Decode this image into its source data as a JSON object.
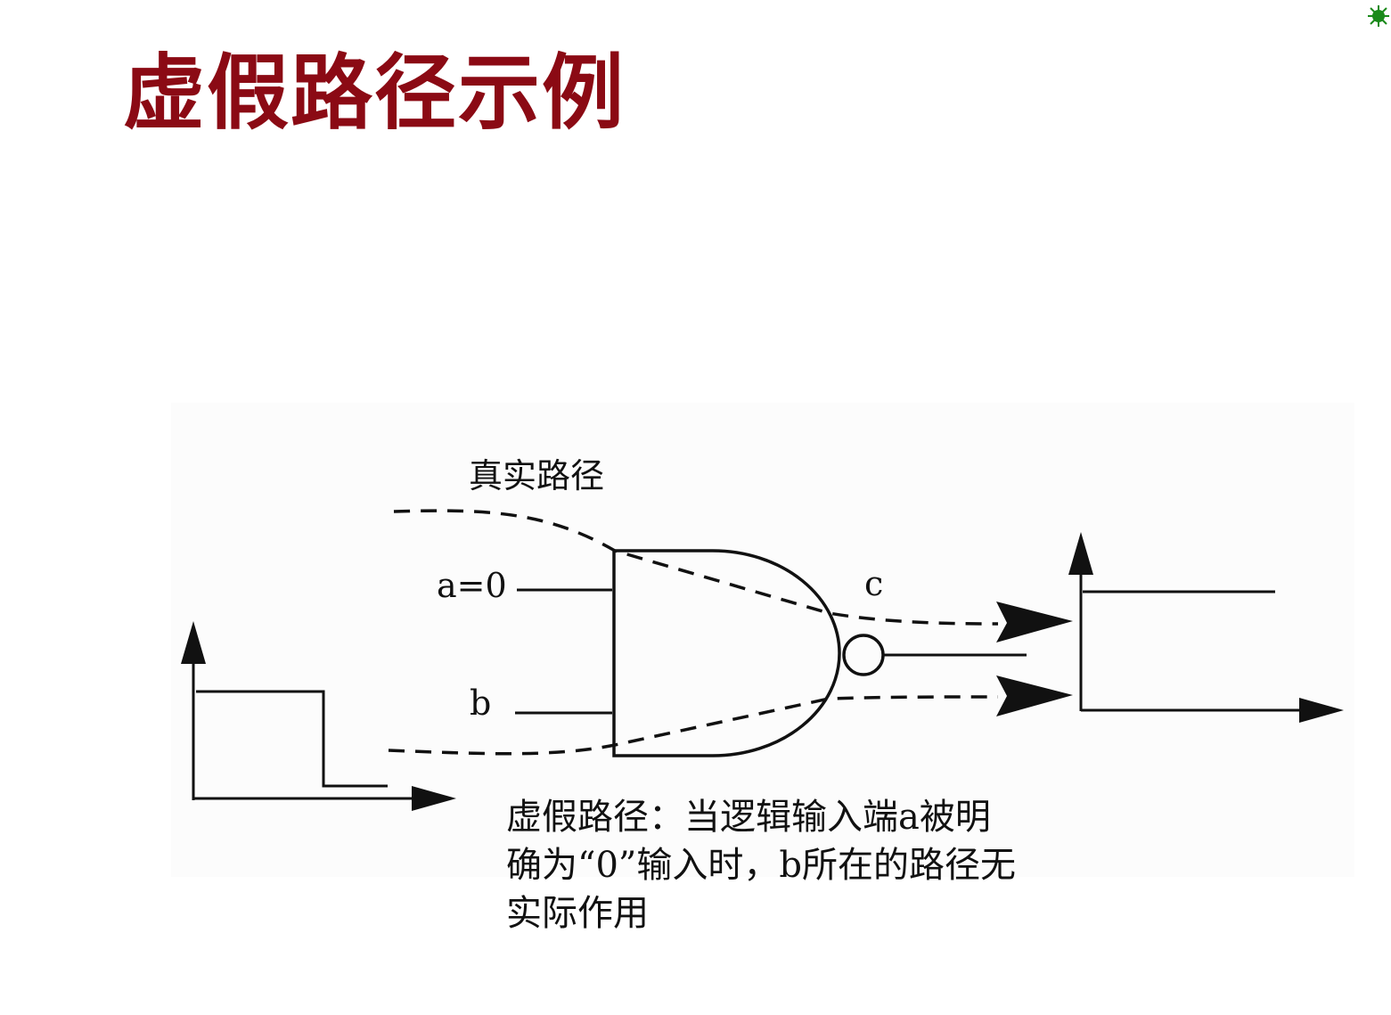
{
  "title": "虚假路径示例",
  "corner_icon": "green-star-icon",
  "colors": {
    "title": "#8b0a14",
    "corner_icon": "#1a8a1a",
    "line": "#111111"
  },
  "diagram": {
    "true_path_label": "真实路径",
    "input_a_label": "a=0",
    "input_b_label": "b",
    "output_label": "c"
  },
  "caption": {
    "lines": [
      "虚假路径：当逻辑输入端a被明",
      "确为“0”输入时，b所在的路径无",
      "实际作用"
    ]
  }
}
